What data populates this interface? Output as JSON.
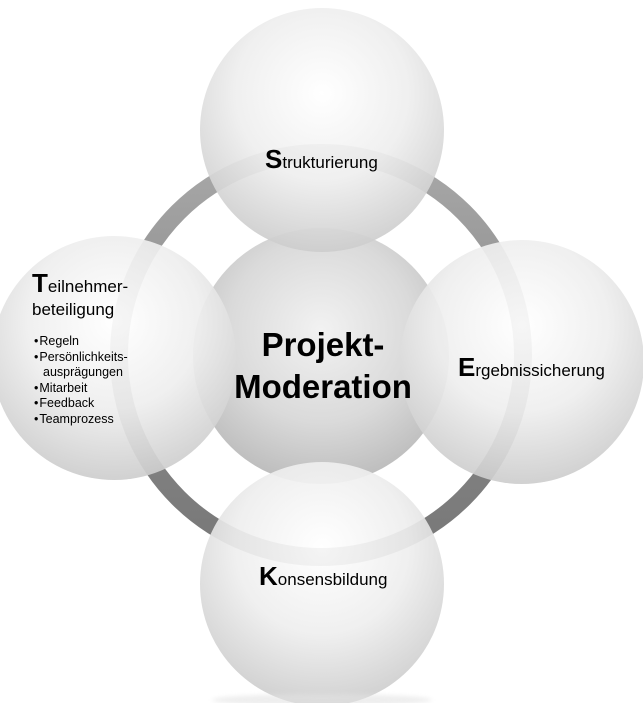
{
  "center": {
    "line1": "Projekt-",
    "line2": "Moderation"
  },
  "segments": {
    "top": {
      "initial": "S",
      "rest": "trukturierung"
    },
    "right": {
      "initial": "E",
      "rest": "rgebnissicherung"
    },
    "bottom": {
      "initial": "K",
      "rest": "onsensbildung"
    },
    "left": {
      "initial": "T",
      "rest": "eilnehmer-",
      "line2": "beteiligung",
      "bullets": [
        "Regeln",
        "Persönlichkeits-",
        "ausprägungen",
        "Mitarbeit",
        "Feedback",
        "Teamprozess"
      ]
    }
  },
  "colors": {
    "ring": "#8c8c8c",
    "circle_light": "#ffffff",
    "circle_dark": "#cfcfcf",
    "text": "#000000"
  }
}
